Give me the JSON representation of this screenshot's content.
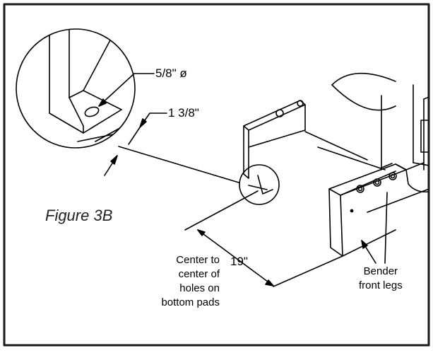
{
  "figure": {
    "caption": "Figure 3B",
    "dimensions": {
      "hole_diameter": "5/8\" ø",
      "pad_width": "1 3/8\"",
      "hole_spacing": "19\""
    },
    "notes": {
      "spacing_line1": "Center to",
      "spacing_line2": "center of",
      "spacing_line3": "holes on",
      "spacing_line4": "bottom pads"
    },
    "callout": {
      "line1": "Bender",
      "line2": "front legs"
    },
    "colors": {
      "ink": "#000000",
      "paper": "#ffffff",
      "frame": "#1a1a1a"
    }
  }
}
